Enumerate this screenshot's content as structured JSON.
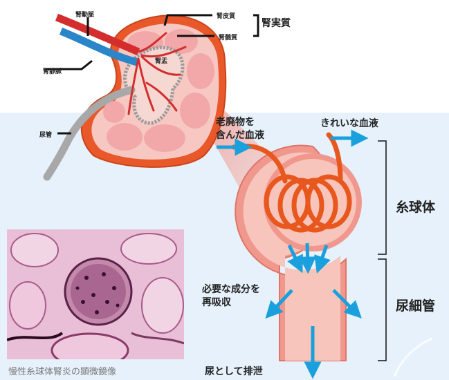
{
  "labels": {
    "renal_artery": "腎動脈",
    "renal_vein": "腎静脈",
    "ureter": "尿管",
    "renal_pelvis": "腎盂",
    "cortex": "腎皮質",
    "medulla": "腎髄質",
    "parenchyma": "腎実質",
    "waste_blood": "老廃物を\n含んだ血液",
    "clean_blood": "きれいな血液",
    "glomerulus": "糸球体",
    "reabsorb": "必要な成分を\n再吸収",
    "tubule": "尿細管",
    "excrete": "尿として排泄",
    "caption": "慢性糸球体腎炎の顕微鏡像"
  },
  "colors": {
    "artery": "#d42d2d",
    "vein": "#2b86c9",
    "kidney_orange": "#e8582a",
    "cortex_pink": "#f2a8a8",
    "coil": "#e8581e",
    "arrow": "#1aa0dc",
    "panel_bg": "#e6f1fb"
  }
}
